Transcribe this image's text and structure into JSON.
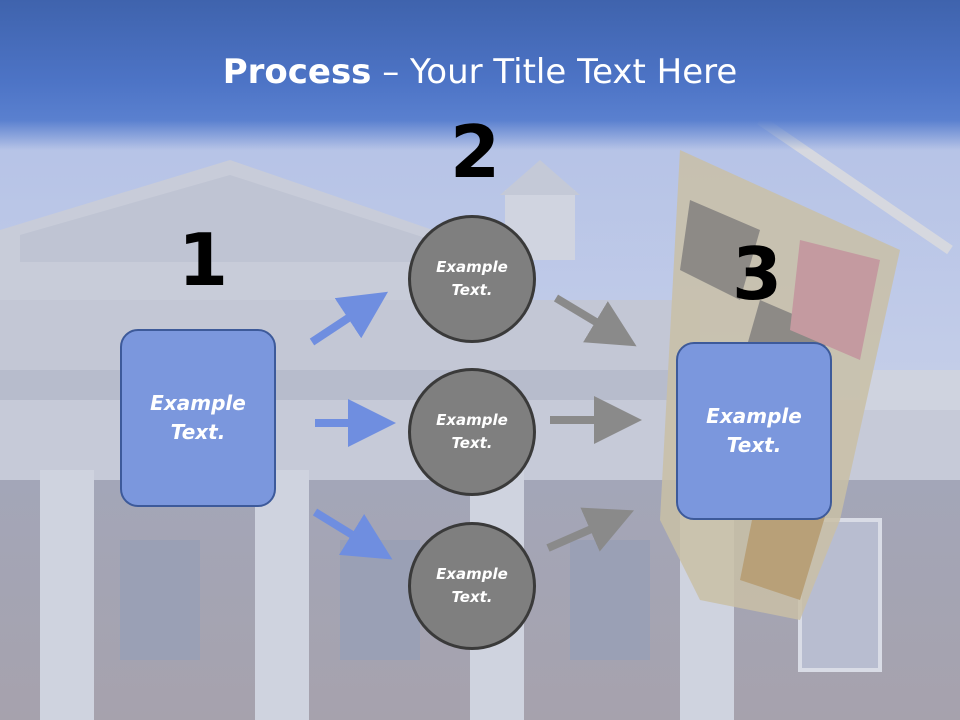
{
  "slide": {
    "title_bold": "Process",
    "title_rest": " – Your Title Text Here"
  },
  "steps": {
    "one": "1",
    "two": "2",
    "three": "3"
  },
  "nodes": {
    "left_box": "Example Text.",
    "circle_top": "Example Text.",
    "circle_middle": "Example Text.",
    "circle_bottom": "Example Text.",
    "right_box": "Example Text."
  },
  "colors": {
    "title_band": "#4d74c6",
    "box_fill": "#7b97dd",
    "circle_fill": "#7f7f7f",
    "blue_arrow": "#6f8ee0",
    "gray_arrow": "#8a8a8a"
  }
}
